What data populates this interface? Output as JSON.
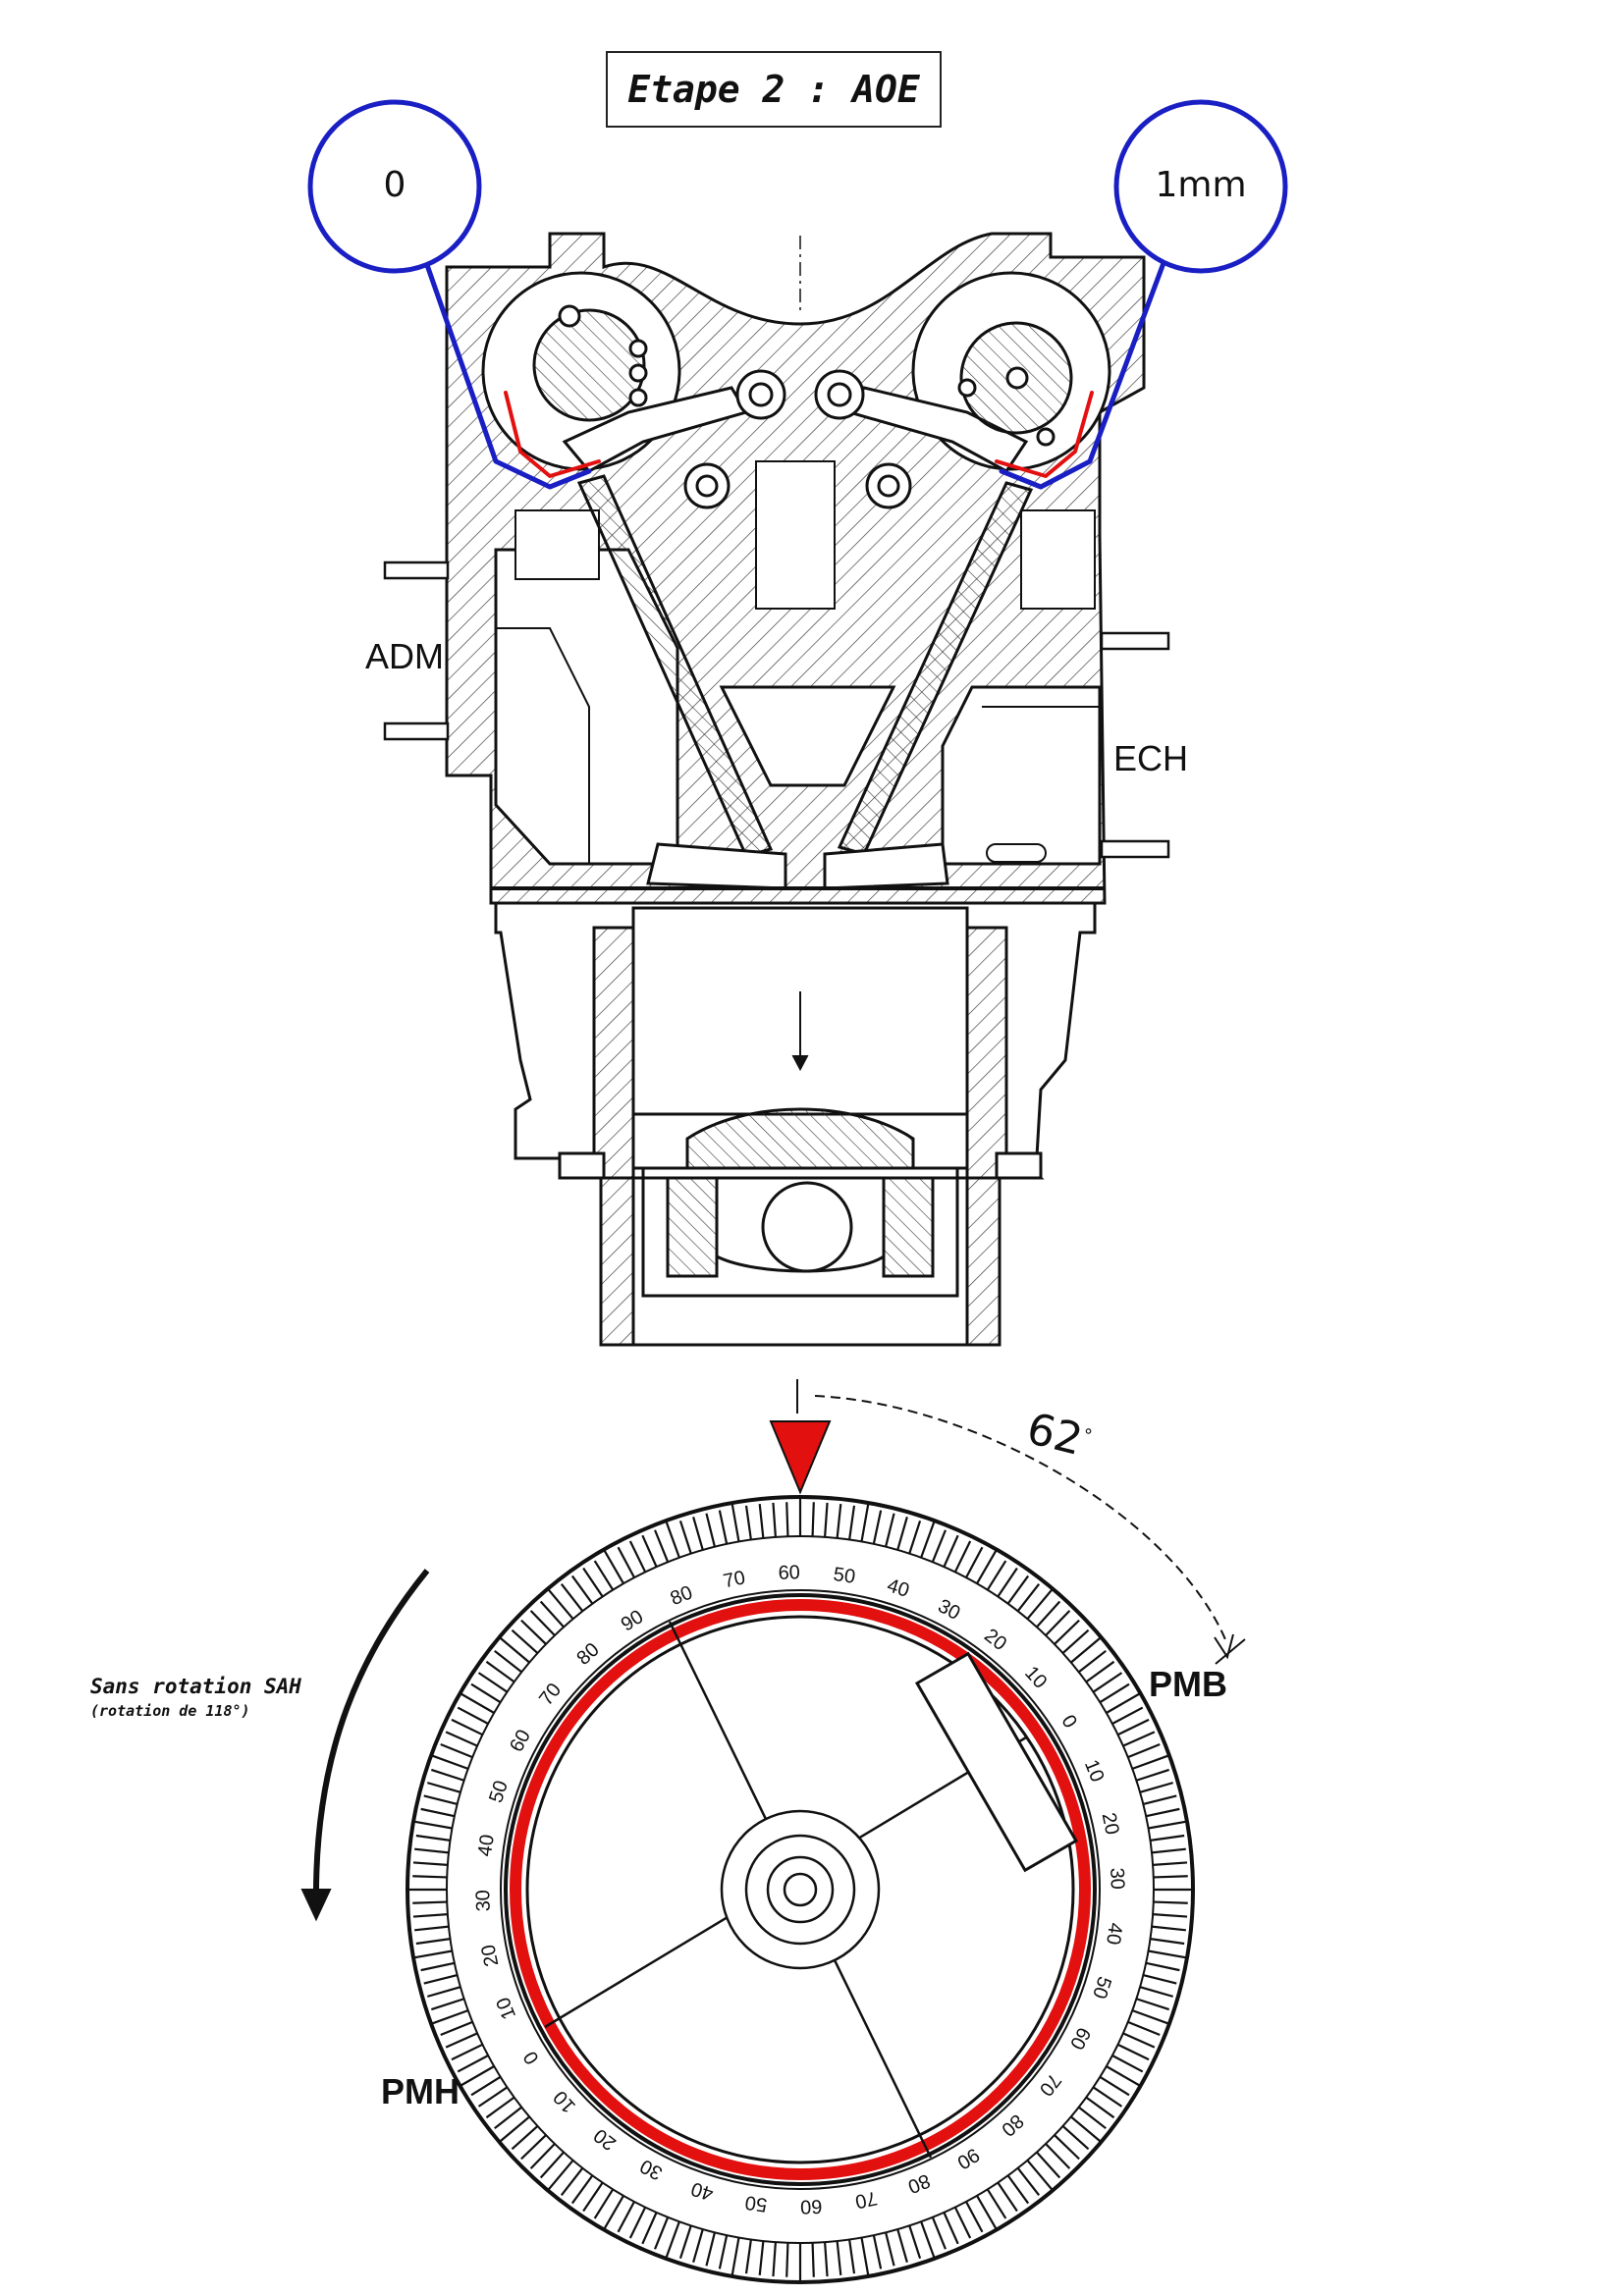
{
  "title": "Etape 2 : AOE",
  "callouts": {
    "left_gauge": "0",
    "right_gauge": "1mm"
  },
  "ports": {
    "intake": "ADM",
    "exhaust": "ECH"
  },
  "dead_centers": {
    "bottom": "PMB",
    "top": "PMH"
  },
  "rotation_note": {
    "line1": "Sans rotation SAH",
    "line2": "(rotation de 118°)"
  },
  "angle": {
    "value": "62",
    "unit": "°"
  },
  "degree_wheel": {
    "outer_labels": [
      "90",
      "80",
      "70",
      "60",
      "50",
      "40",
      "30",
      "20",
      "10",
      "0",
      "10",
      "20",
      "30",
      "40",
      "50",
      "60",
      "70",
      "80",
      "90",
      "80",
      "70",
      "60",
      "50",
      "40",
      "30",
      "20",
      "10",
      "0",
      "10",
      "20",
      "30",
      "40",
      "50",
      "60",
      "70",
      "80"
    ]
  },
  "colors": {
    "callout": "#1a1fc4",
    "marker": "#e31010",
    "ink": "#111111"
  }
}
